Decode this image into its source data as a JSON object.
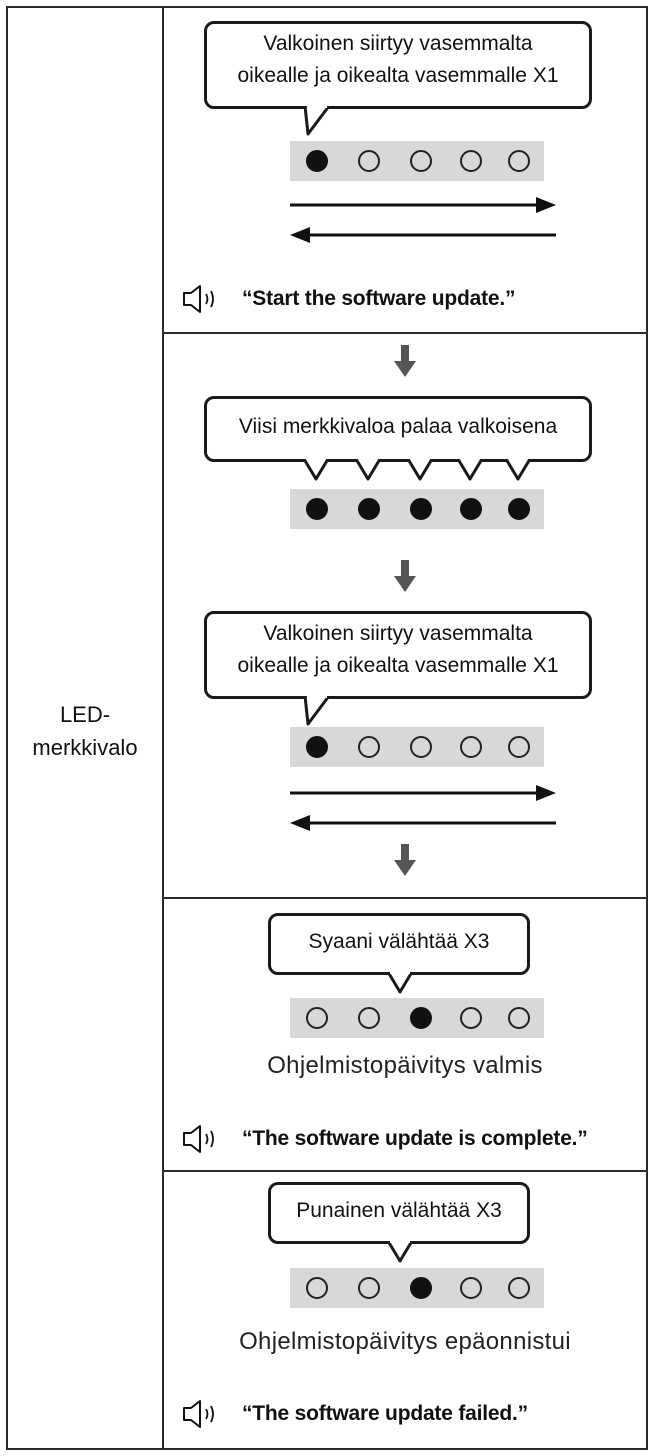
{
  "row_label": "LED-\nmerkkivalo",
  "sections": {
    "start": {
      "bubble": "Valkoinen siirtyy vasemmalta\noikealle ja oikealta vasemmalle X1",
      "leds": [
        1,
        0,
        0,
        0,
        0
      ],
      "voice": "“Start the software update.”"
    },
    "progress": {
      "bubble_all": "Viisi merkkivaloa palaa valkoisena",
      "leds_all": [
        1,
        1,
        1,
        1,
        1
      ],
      "bubble_sweep": "Valkoinen siirtyy vasemmalta\noikealle ja oikealta vasemmalle X1",
      "leds_sweep": [
        1,
        0,
        0,
        0,
        0
      ]
    },
    "complete": {
      "bubble": "Syaani välähtää X3",
      "leds": [
        0,
        0,
        1,
        0,
        0
      ],
      "status": "Ohjelmistopäivitys valmis",
      "voice": "“The software update is complete.”"
    },
    "failed": {
      "bubble": "Punainen välähtää X3",
      "leds": [
        0,
        0,
        1,
        0,
        0
      ],
      "status": "Ohjelmistopäivitys epäonnistui",
      "voice": "“The software update failed.”"
    }
  },
  "icons": {
    "speaker": "speaker-icon",
    "down_arrow": "down-arrow-icon",
    "right_arrow": "right-arrow-icon",
    "left_arrow": "left-arrow-icon"
  }
}
